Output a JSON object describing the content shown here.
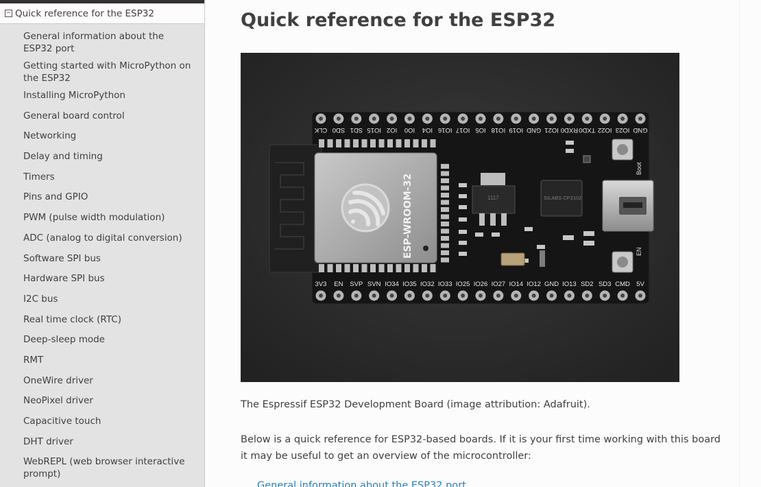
{
  "sidebar": {
    "current": {
      "label": "Quick reference for the ESP32",
      "icon": "minus-square-icon"
    },
    "items": [
      {
        "label": "General information about the ESP32 port"
      },
      {
        "label": "Getting started with MicroPython on the ESP32"
      },
      {
        "label": "Installing MicroPython"
      },
      {
        "label": "General board control"
      },
      {
        "label": "Networking"
      },
      {
        "label": "Delay and timing"
      },
      {
        "label": "Timers"
      },
      {
        "label": "Pins and GPIO"
      },
      {
        "label": "PWM (pulse width modulation)"
      },
      {
        "label": "ADC (analog to digital conversion)"
      },
      {
        "label": "Software SPI bus"
      },
      {
        "label": "Hardware SPI bus"
      },
      {
        "label": "I2C bus"
      },
      {
        "label": "Real time clock (RTC)"
      },
      {
        "label": "Deep-sleep mode"
      },
      {
        "label": "RMT"
      },
      {
        "label": "OneWire driver"
      },
      {
        "label": "NeoPixel driver"
      },
      {
        "label": "Capacitive touch"
      },
      {
        "label": "DHT driver"
      },
      {
        "label": "WebREPL (web browser interactive prompt)"
      }
    ]
  },
  "main": {
    "title": "Quick reference for the ESP32",
    "caption": "The Espressif ESP32 Development Board (image attribution: Adafruit).",
    "intro": "Below is a quick reference for ESP32-based boards. If it is your first time working with this board it may be useful to get an overview of the microcontroller:",
    "first_link": "General information about the ESP32 port"
  },
  "board": {
    "module_label": "ESP-WROOM-32",
    "top_pins": [
      "CLK",
      "SD0",
      "SD1",
      "IO15",
      "IO2",
      "IO0",
      "IO4",
      "IO16",
      "IO17",
      "IO5",
      "IO18",
      "IO19",
      "GND",
      "IO21",
      "RXD0",
      "TXD0",
      "IO22",
      "IO23",
      "GND"
    ],
    "bottom_pins": [
      "3V3",
      "EN",
      "SVP",
      "SVN",
      "IO34",
      "IO35",
      "IO32",
      "IO33",
      "IO25",
      "IO26",
      "IO27",
      "IO14",
      "IO12",
      "GND",
      "IO13",
      "SD2",
      "SD3",
      "CMD",
      "5V"
    ],
    "chip_label": "SILABS CP2102",
    "regulator_label": "1117",
    "boot_label": "Boot",
    "en_label": "EN"
  },
  "colors": {
    "sidebar_bg": "#e3e3e3",
    "text": "#404040",
    "link": "#2980b9",
    "photo_bg": "#2e2e2e",
    "pcb": "#1a1a1a"
  }
}
